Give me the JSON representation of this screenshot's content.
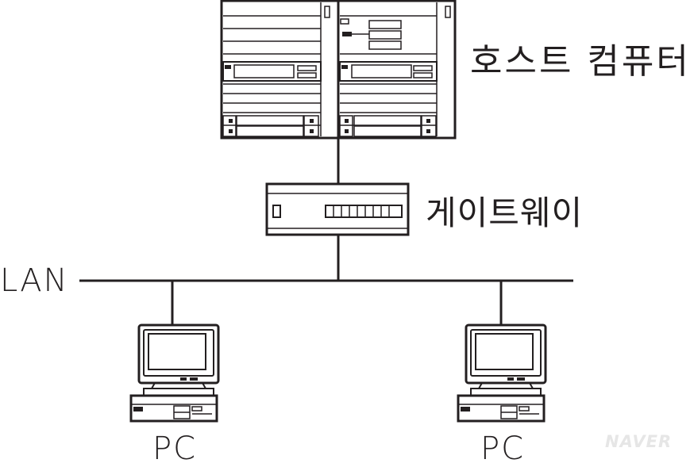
{
  "labels": {
    "host": "호스트 컴퓨터",
    "gateway": "게이트웨이",
    "lan": "LAN",
    "pc_left": "PC",
    "pc_right": "PC"
  },
  "watermark": "NAVER",
  "colors": {
    "line": "#231f20",
    "background": "#ffffff",
    "watermark": "#e6e6e6"
  },
  "nodes": [
    {
      "id": "host",
      "icon": "server-rack-icon"
    },
    {
      "id": "gateway",
      "icon": "gateway-device-icon"
    },
    {
      "id": "pc_left",
      "icon": "desktop-computer-icon"
    },
    {
      "id": "pc_right",
      "icon": "desktop-computer-icon"
    }
  ],
  "edges": [
    {
      "from": "host",
      "to": "gateway"
    },
    {
      "from": "gateway",
      "to": "lan"
    },
    {
      "from": "lan",
      "to": "pc_left"
    },
    {
      "from": "lan",
      "to": "pc_right"
    }
  ]
}
